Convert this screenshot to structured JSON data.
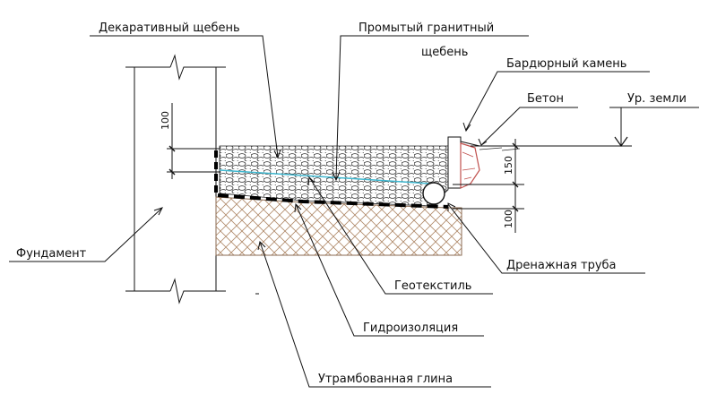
{
  "labels": {
    "decorative_gravel": "Декаративный щебень",
    "washed_granite_line1": "Промытый гранитный",
    "washed_granite_line2": "щебень",
    "curb_stone": "Бардюрный камень",
    "concrete": "Бетон",
    "ground_level": "Ур. земли",
    "foundation": "Фундамент",
    "drain_pipe": "Дренажная труба",
    "geotextile": "Геотекстиль",
    "waterproofing": "Гидроизоляция",
    "compacted_clay": "Утрамбованная глина"
  },
  "dimensions": {
    "foundation_offset": "100",
    "layer_height": "150",
    "pipe_depth": "100"
  },
  "colors": {
    "line": "#111111",
    "clay_hatch": "#b08a6a",
    "water_line": "#3fb8d0",
    "concrete_fill": "#c0504d"
  }
}
